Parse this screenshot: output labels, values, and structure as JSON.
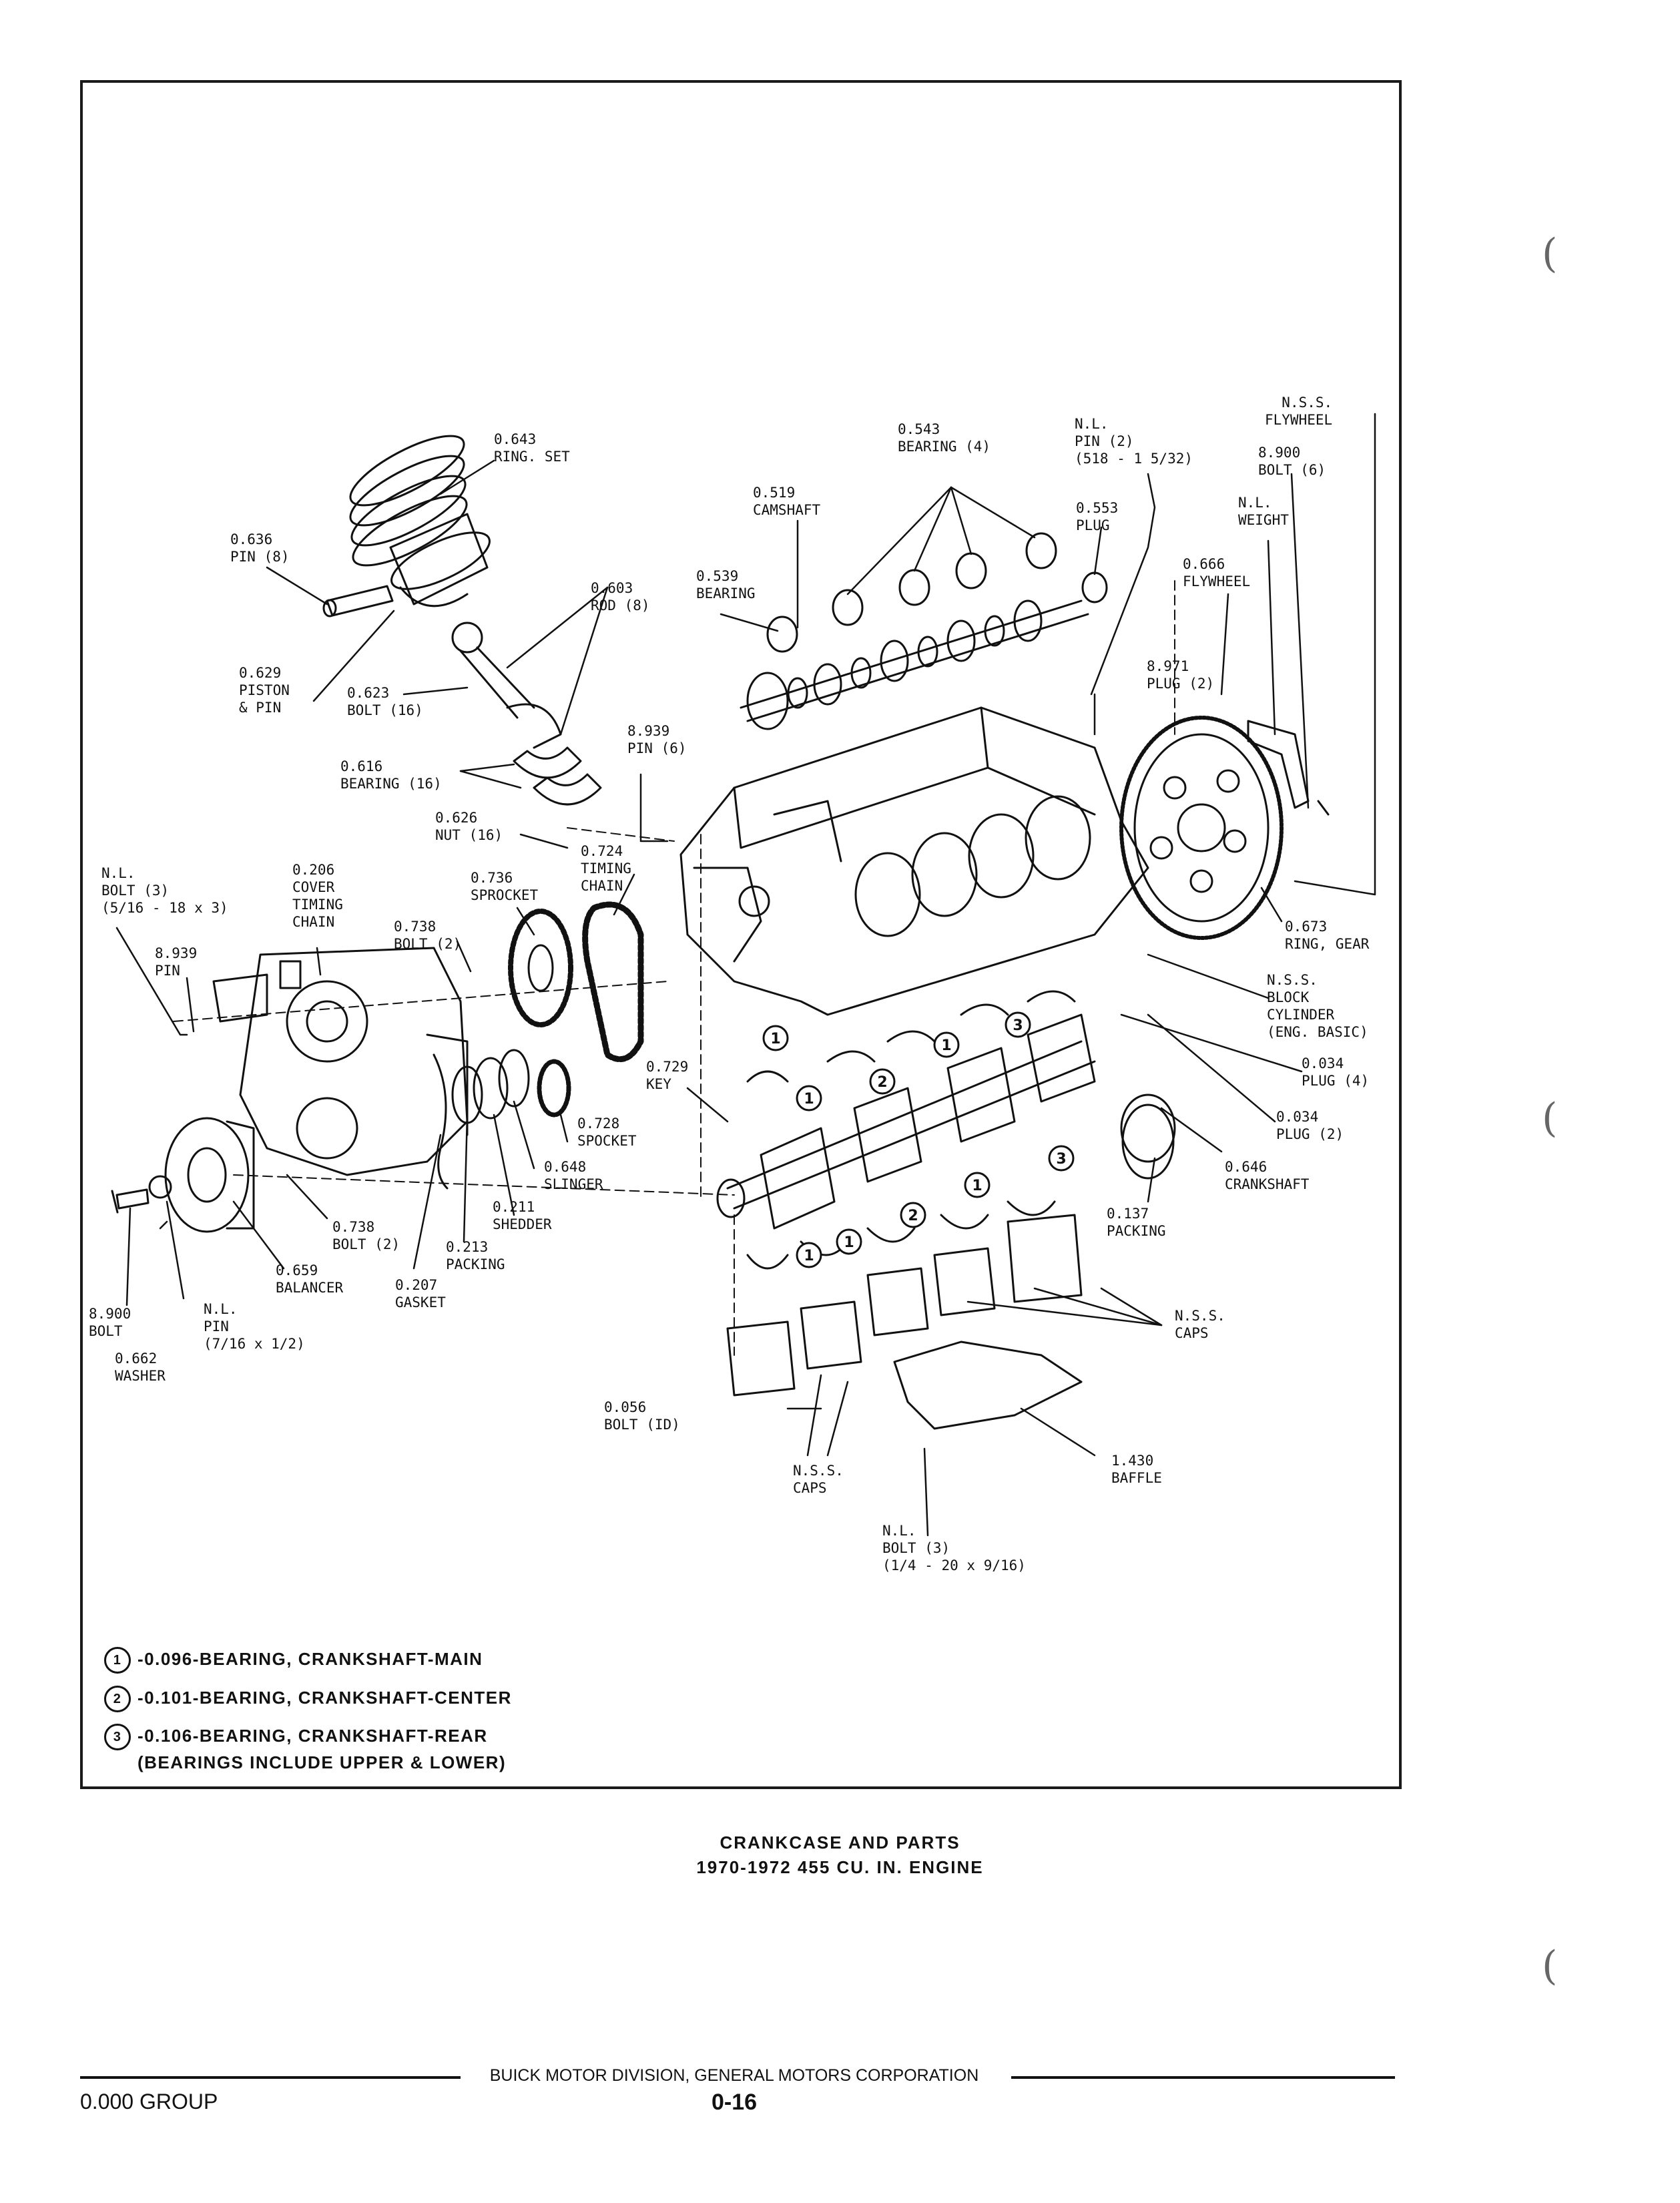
{
  "labels": {
    "ring_set": "0.643\nRING. SET",
    "pin_8": "0.636\nPIN (8)",
    "piston": "0.629\nPISTON\n& PIN",
    "rod": "0.603\nROD (8)",
    "bolt_16": "0.623\nBOLT (16)",
    "bearing_16": "0.616\nBEARING (16)",
    "nut_16": "0.626\nNUT (16)",
    "timing_chain": "0.724\nTIMING\nCHAIN",
    "sprocket_736": "0.736\nSPROCKET",
    "bolt_738a": "0.738\nBOLT (2)",
    "cover": "0.206\nCOVER\nTIMING\nCHAIN",
    "nl_bolt3": "N.L.\nBOLT (3)\n(5/16 - 18 x 3)",
    "pin_939a": "8.939\nPIN",
    "pin_939b": "8.939\nPIN (6)",
    "camshaft": "0.519\nCAMSHAFT",
    "bearing_539": "0.539\nBEARING",
    "bearing_543": "0.543\nBEARING (4)",
    "nl_pin2": "N.L.\nPIN (2)\n(518 - 1 5/32)",
    "plug_553": "0.553\nPLUG",
    "plug_971": "8.971\nPLUG (2)",
    "nss_flywheel": "N.S.S.\nFLYWHEEL",
    "bolt_900a": "8.900\nBOLT (6)",
    "nl_weight": "N.L.\nWEIGHT",
    "flywheel": "0.666\nFLYWHEEL",
    "ring_gear": "0.673\nRING, GEAR",
    "block": "N.S.S.\nBLOCK\nCYLINDER\n(ENG. BASIC)",
    "plug4": "0.034\nPLUG (4)",
    "plug2": "0.034\nPLUG (2)",
    "crankshaft": "0.646\nCRANKSHAFT",
    "packing_137": "0.137\nPACKING",
    "key": "0.729\nKEY",
    "sprocket_728": "0.728\nSPOCKET",
    "slinger": "0.648\nSLINGER",
    "shedder": "0.211\nSHEDDER",
    "packing_213": "0.213\nPACKING",
    "gasket": "0.207\nGASKET",
    "bolt_738b": "0.738\nBOLT (2)",
    "balancer": "0.659\nBALANCER",
    "nl_pin_716": "N.L.\nPIN\n(7/16 x 1/2)",
    "bolt_900b": "8.900\nBOLT",
    "washer": "0.662\nWASHER",
    "nss_caps_r": "N.S.S.\nCAPS",
    "bolt_056": "0.056\nBOLT (ID)",
    "nss_caps_b": "N.S.S.\nCAPS",
    "baffle": "1.430\nBAFFLE",
    "nl_bolt_b": "N.L.\nBOLT (3)\n(1/4 - 20 x 9/16)"
  },
  "legend": [
    {
      "num": "1",
      "text": "-0.096-BEARING, CRANKSHAFT-MAIN"
    },
    {
      "num": "2",
      "text": "-0.101-BEARING, CRANKSHAFT-CENTER"
    },
    {
      "num": "3",
      "text": "-0.106-BEARING, CRANKSHAFT-REAR"
    }
  ],
  "legend_note": "(BEARINGS INCLUDE UPPER & LOWER)",
  "caption": {
    "title": "CRANKCASE AND PARTS",
    "subtitle": "1970-1972 455 CU. IN. ENGINE"
  },
  "footer": {
    "division": "BUICK MOTOR DIVISION, GENERAL MOTORS CORPORATION",
    "group": "0.000 GROUP",
    "page": "0-16"
  },
  "callouts": {
    "one": "1",
    "two": "2",
    "three": "3"
  }
}
